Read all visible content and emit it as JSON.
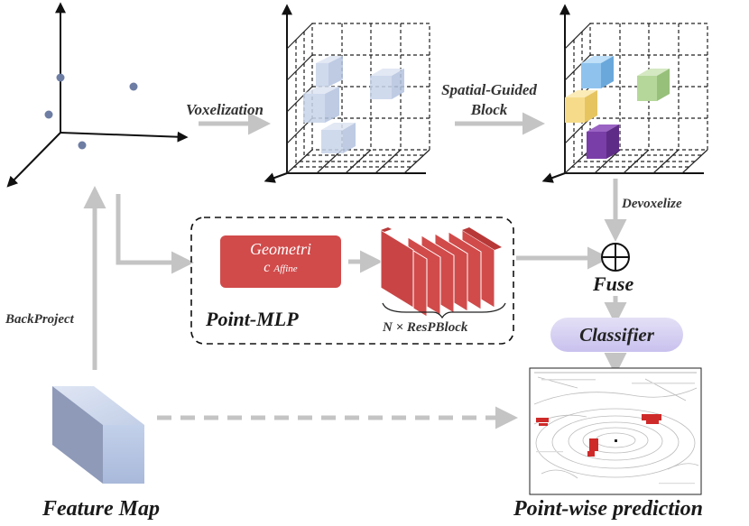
{
  "labels": {
    "voxelization": "Voxelization",
    "spatial_guided_1": "Spatial-Guided",
    "spatial_guided_2": "Block",
    "devoxelize": "Devoxelize",
    "geometric_1": "Geometri",
    "geometric_2": "c",
    "geometric_3": "Affine",
    "fuse": "Fuse",
    "classifier": "Classifier",
    "point_mlp": "Point-MLP",
    "resp_block": "N × ResPBlock",
    "backproject": "BackProject",
    "feature_map": "Feature Map",
    "pointwise": "Point-wise prediction"
  },
  "colors": {
    "arrow": "#c4c4c4",
    "voxel_pale": "#c8d4ea",
    "voxel_blue": "#8fc3ee",
    "voxel_green": "#b6d79a",
    "voxel_yellow": "#f6dc8a",
    "voxel_purple": "#7a3ea8",
    "geo_red": "#d14b4b",
    "feature_front": "#b7c6e3",
    "classifier": "#cfc8f0"
  },
  "points": [
    "point-1",
    "point-2",
    "point-3",
    "point-4"
  ]
}
